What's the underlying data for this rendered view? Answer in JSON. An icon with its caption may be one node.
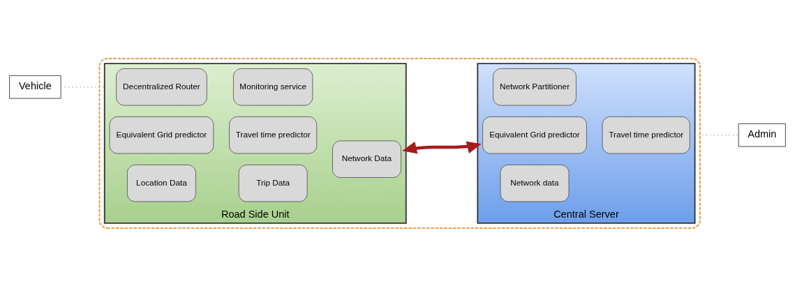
{
  "diagram": {
    "nodes": [
      {
        "text": [
          "Vehicle"
        ]
      },
      {
        "text": [],
        "shape": "box"
      },
      {
        "text": [
          "Road Side Unit"
        ],
        "in": 1
      },
      {
        "text": [
          "Decentralized Router"
        ],
        "in": 2
      },
      {
        "text": [
          "Monitoring service"
        ],
        "in": 2
      },
      {
        "text": [
          "Equivalent Grid predictor"
        ],
        "in": 2
      },
      {
        "text": [
          "Travel time predictor"
        ],
        "in": 2
      },
      {
        "text": [
          "Location Data"
        ],
        "in": 2
      },
      {
        "text": [
          "Trip Data"
        ],
        "in": 2
      },
      {
        "text": [
          "Network Data"
        ],
        "in": 2
      },
      {
        "text": [
          "Central Server"
        ],
        "in": 1
      },
      {
        "text": [
          "Network Partitioner"
        ],
        "in": 10
      },
      {
        "text": [
          "Equivalent Grid predictor"
        ],
        "in": 10
      },
      {
        "text": [
          "Travel time predictor"
        ],
        "in": 10
      },
      {
        "text": [
          "Network data"
        ],
        "in": 10
      },
      {
        "text": [
          "Admin"
        ]
      }
    ],
    "edges": [
      {
        "from": 0,
        "to": 2,
        "arrow": "none",
        "style": "dashed",
        "color": "#999999"
      },
      {
        "from": 2,
        "to": 10,
        "arrow": "both",
        "style": "thick",
        "color": "#a61c1c"
      },
      {
        "from": 10,
        "to": 15,
        "arrow": "none",
        "style": "dashed",
        "color": "#999999"
      }
    ]
  }
}
